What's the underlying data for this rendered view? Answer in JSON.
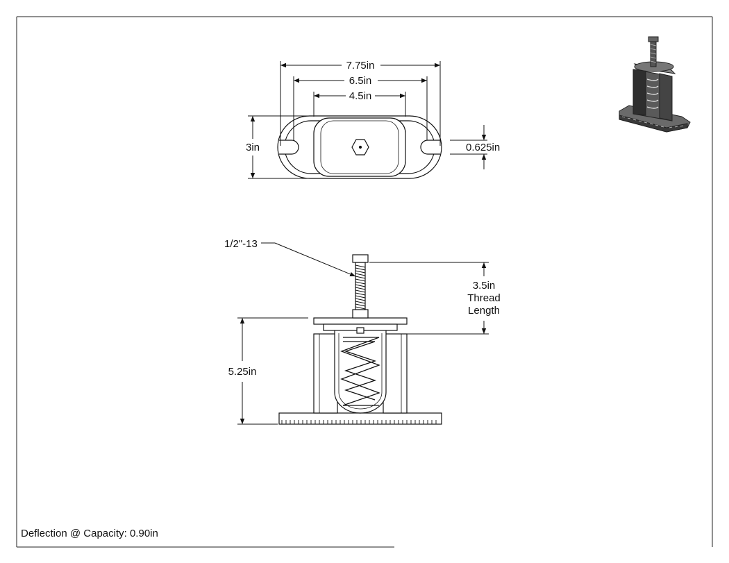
{
  "top_view": {
    "overall_width": "7.75in",
    "slot_spacing": "6.5in",
    "plate_width": "4.5in",
    "depth": "3in",
    "slot_width": "0.625in"
  },
  "side_view": {
    "bolt_thread": "1/2\"-13",
    "thread_length_value": "3.5in",
    "thread_length_label_1": "Thread",
    "thread_length_label_2": "Length",
    "overall_height": "5.25in"
  },
  "footer": {
    "label": "Deflection @ Capacity:",
    "value": "0.90in"
  }
}
